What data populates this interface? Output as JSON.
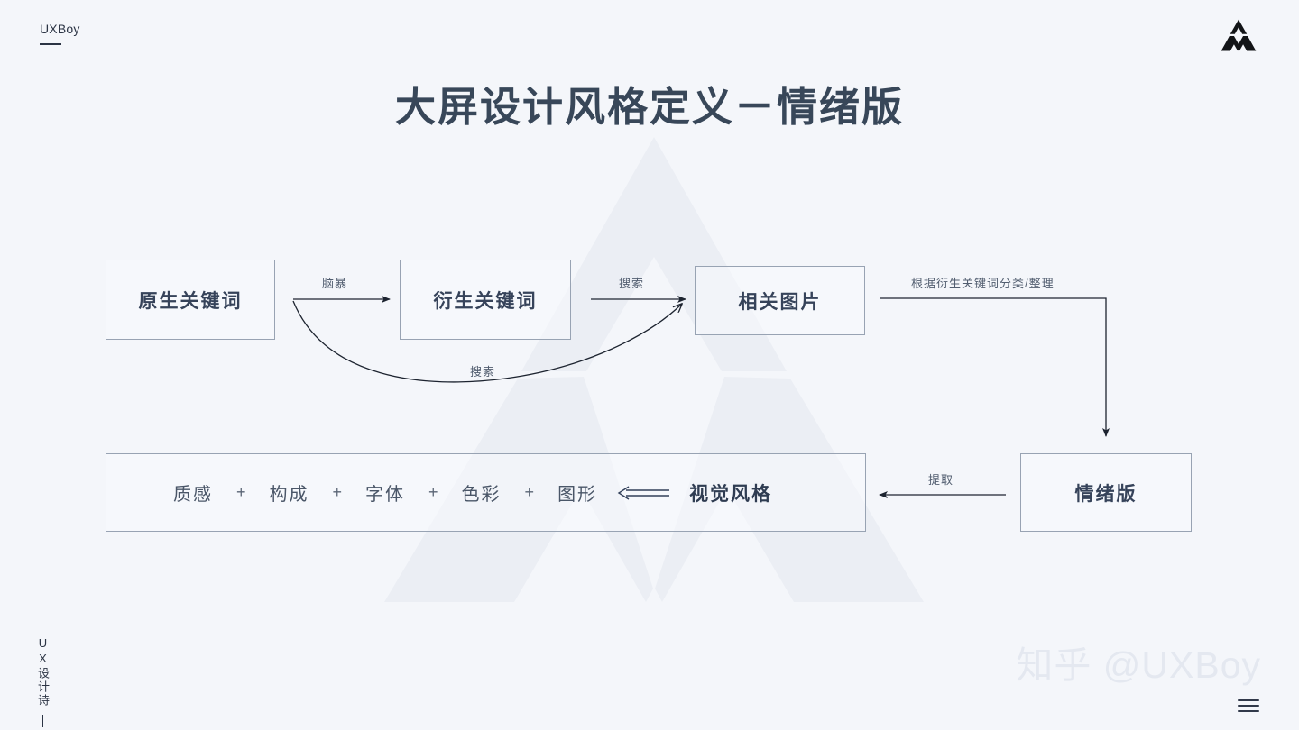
{
  "header": {
    "brand_name": "UXBoy",
    "logo_icon": "triangle-chevron-logo-icon",
    "title": "大屏设计风格定义－情绪版"
  },
  "colors": {
    "background": "#f4f6fa",
    "title_text": "#384759",
    "node_border": "#98a3b3",
    "node_text": "#36435a",
    "edge_line": "#1d2430",
    "edge_label_text": "#525e70",
    "watermark_shape": "#eceff5",
    "watermark_text": "#e4e8f0"
  },
  "diagram": {
    "type": "flowchart",
    "nodes": [
      {
        "id": "native_keywords",
        "label": "原生关键词",
        "bold": true
      },
      {
        "id": "derived_keywords",
        "label": "衍生关键词",
        "bold": true
      },
      {
        "id": "related_images",
        "label": "相关图片",
        "bold": true
      },
      {
        "id": "mood_board",
        "label": "情绪版",
        "bold": true
      }
    ],
    "edges": [
      {
        "from": "native_keywords",
        "to": "derived_keywords",
        "label": "脑暴",
        "style": "straight-arrow"
      },
      {
        "from": "native_keywords",
        "to": "related_images",
        "label": "搜索",
        "style": "curved-arrow"
      },
      {
        "from": "derived_keywords",
        "to": "related_images",
        "label": "搜索",
        "style": "straight-arrow"
      },
      {
        "from": "related_images",
        "to": "mood_board",
        "label": "根据衍生关键词分类/整理",
        "style": "elbow-arrow"
      },
      {
        "from": "mood_board",
        "to": "visual_style_row",
        "label": "提取",
        "style": "straight-arrow-left"
      }
    ],
    "style_row": {
      "tokens": [
        "质感",
        "构成",
        "字体",
        "色彩",
        "图形"
      ],
      "separator": "+",
      "arrow_glyph": "double-left-arrow-icon",
      "result_label": "视觉风格"
    }
  },
  "footer": {
    "vertical_caption": "UX设计诗",
    "watermark": "知乎 @UXBoy",
    "menu_icon": "hamburger-menu-icon"
  }
}
